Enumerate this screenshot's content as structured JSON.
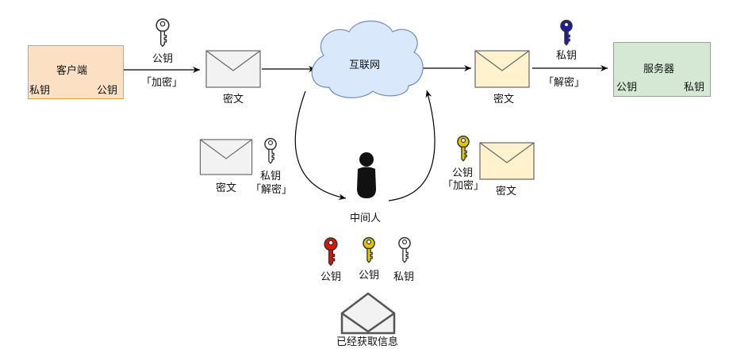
{
  "client": {
    "name": "客户端",
    "private_key_label": "私钥",
    "public_key_label": "公钥",
    "fill": "#fbe0c3",
    "stroke": "#e3a33a"
  },
  "server": {
    "name": "服务器",
    "public_key_label": "公钥",
    "private_key_label": "私钥",
    "fill": "#d5e8d4",
    "stroke": "#82b366"
  },
  "internet": {
    "label": "互联网",
    "fill": "#dae8fc",
    "stroke": "#6c8ebf"
  },
  "left_path": {
    "key_label": "公钥",
    "action": "「加密」",
    "envelope_label": "密文"
  },
  "right_path": {
    "key_label": "私钥",
    "action": "「解密」",
    "envelope_label": "密文"
  },
  "mitm": {
    "label": "中间人",
    "intercept": {
      "envelope_label": "密文",
      "key_label": "私钥",
      "action": "「解密」"
    },
    "forward": {
      "key_label": "公钥",
      "action": "「加密」",
      "envelope_label": "密文"
    },
    "keys": [
      "公钥",
      "公钥",
      "私钥"
    ],
    "result": "已经获取信息"
  },
  "colors": {
    "grey_envelope": "#f2f2f2",
    "yellow_envelope": "#fff2cc",
    "green_key": "#60a917",
    "grey_key": "#ffffff",
    "blue_key": "#1a1aa6",
    "red_key": "#e51400",
    "yellow_key": "#e3c800"
  }
}
